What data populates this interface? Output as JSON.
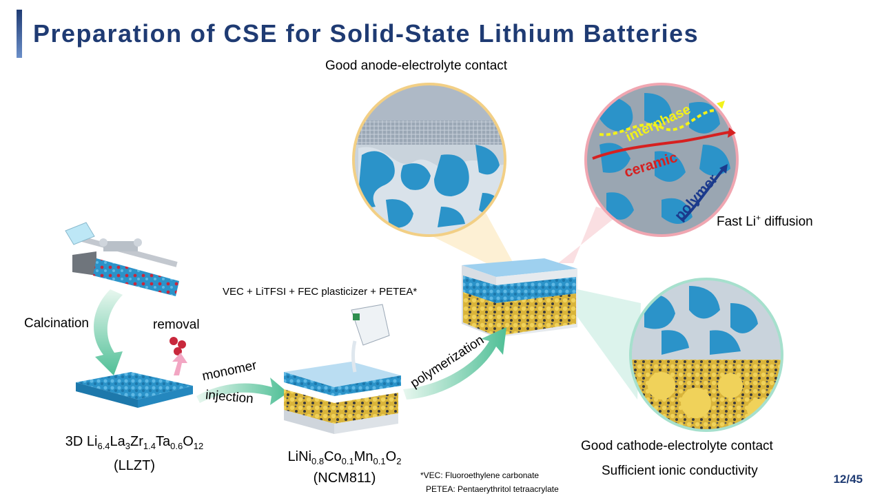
{
  "title": "Preparation of CSE for Solid-State Lithium Batteries",
  "labels": {
    "anode_contact": "Good anode-electrolyte contact",
    "fast_diffusion_prefix": "Fast Li",
    "fast_diffusion_sup": "+",
    "fast_diffusion_suffix": " diffusion",
    "interphase": "interphase",
    "ceramic": "ceramic",
    "polymer": "polymer",
    "plasticizer": "VEC + LiTFSI + FEC plasticizer + PETEA*",
    "calcination": "Calcination",
    "removal": "removal",
    "monomer": "monomer",
    "injection": "injection",
    "polymerization": "polymerization",
    "cathode_contact": "Good cathode-electrolyte contact",
    "ionic_conductivity": "Sufficient ionic conductivity",
    "footnote_vec": "*VEC: Fluoroethylene  carbonate",
    "footnote_petea": "PETEA: Pentaerythritol tetraacrylate",
    "llzt_abbrev": "(LLZT)",
    "ncm_abbrev": "(NCM811)"
  },
  "llzt_formula": {
    "prefix": "3D ",
    "parts": [
      [
        "Li",
        "6.4"
      ],
      [
        "La",
        "3"
      ],
      [
        "Zr",
        "1.4"
      ],
      [
        "Ta",
        "0.6"
      ],
      [
        "O",
        "12"
      ]
    ]
  },
  "ncm_formula": {
    "parts": [
      [
        "LiNi",
        "0.8"
      ],
      [
        "Co",
        "0.1"
      ],
      [
        "Mn",
        "0.1"
      ],
      [
        "O",
        "2"
      ]
    ]
  },
  "page_number": "12/45",
  "colors": {
    "title": "#1f3b73",
    "ceramic_blue": "#2b93c9",
    "cathode_yellow": "#e1c040",
    "interphase": "#f2f21a",
    "ceramic_arrow": "#d62020",
    "polymer_arrow": "#1b3a8c",
    "arrow_green": "#4fbf96"
  }
}
